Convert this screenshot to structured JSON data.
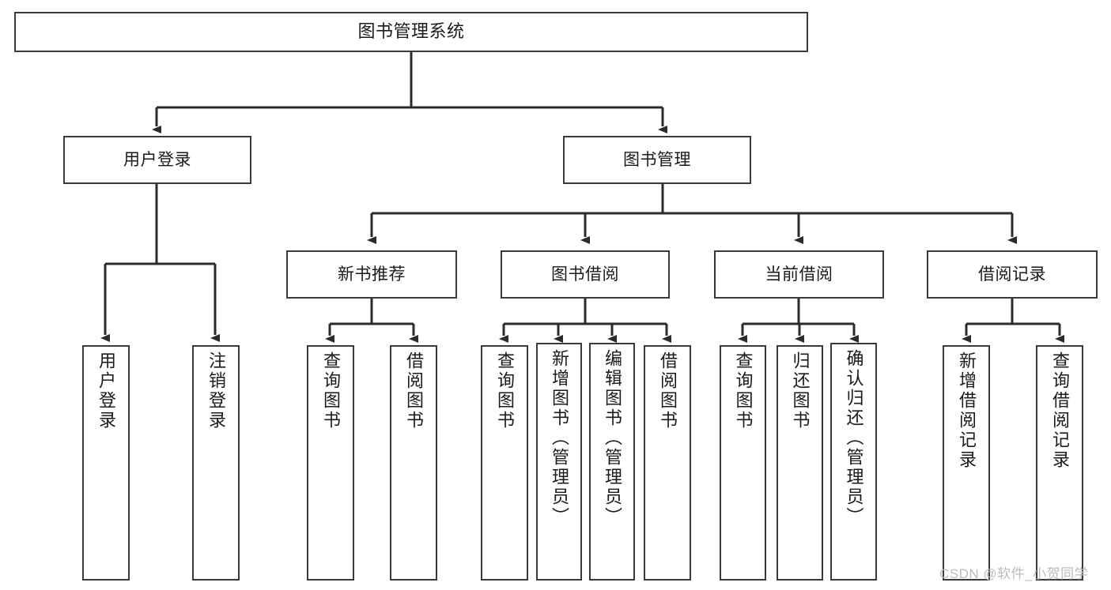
{
  "diagram": {
    "type": "tree-hierarchy",
    "title": "图书管理系统",
    "watermark": "CSDN @软件_小贺同学",
    "colors": {
      "box_border": "#3a3a3a",
      "box_fill": "#ffffff",
      "connector": "#2b2b2b",
      "text": "#1a1a1a",
      "watermark": "#b9bcc0"
    },
    "nodes": {
      "root": {
        "label": "图书管理系统",
        "level": 1,
        "orientation": "horizontal"
      },
      "user_login": {
        "label": "用户登录",
        "level": 2,
        "orientation": "horizontal"
      },
      "book_manage": {
        "label": "图书管理",
        "level": 2,
        "orientation": "horizontal"
      },
      "new_book_rec": {
        "label": "新书推荐",
        "level": 3,
        "orientation": "horizontal"
      },
      "book_borrow": {
        "label": "图书借阅",
        "level": 3,
        "orientation": "horizontal"
      },
      "current_borrow": {
        "label": "当前借阅",
        "level": 3,
        "orientation": "horizontal"
      },
      "borrow_record": {
        "label": "借阅记录",
        "level": 3,
        "orientation": "horizontal"
      },
      "leaf_user_login": {
        "label": "用户登录",
        "level": 3,
        "orientation": "vertical"
      },
      "leaf_logout": {
        "label": "注销登录",
        "level": 3,
        "orientation": "vertical"
      },
      "leaf_query_book_1": {
        "label": "查询图书",
        "level": 4,
        "orientation": "vertical"
      },
      "leaf_borrow_book_1": {
        "label": "借阅图书",
        "level": 4,
        "orientation": "vertical"
      },
      "leaf_query_book_2": {
        "label": "查询图书",
        "level": 4,
        "orientation": "vertical"
      },
      "leaf_add_book": {
        "label": "新增图书（管理员）",
        "level": 4,
        "orientation": "vertical"
      },
      "leaf_edit_book": {
        "label": "编辑图书（管理员）",
        "level": 4,
        "orientation": "vertical"
      },
      "leaf_borrow_book_2": {
        "label": "借阅图书",
        "level": 4,
        "orientation": "vertical"
      },
      "leaf_query_book_3": {
        "label": "查询图书",
        "level": 4,
        "orientation": "vertical"
      },
      "leaf_return_book": {
        "label": "归还图书",
        "level": 4,
        "orientation": "vertical"
      },
      "leaf_confirm_return": {
        "label": "确认归还（管理员）",
        "level": 4,
        "orientation": "vertical"
      },
      "leaf_add_record": {
        "label": "新增借阅记录",
        "level": 4,
        "orientation": "vertical"
      },
      "leaf_query_record": {
        "label": "查询借阅记录",
        "level": 4,
        "orientation": "vertical"
      }
    },
    "edges": [
      {
        "from": "root",
        "to": "user_login"
      },
      {
        "from": "root",
        "to": "book_manage"
      },
      {
        "from": "user_login",
        "to": "leaf_user_login"
      },
      {
        "from": "user_login",
        "to": "leaf_logout"
      },
      {
        "from": "book_manage",
        "to": "new_book_rec"
      },
      {
        "from": "book_manage",
        "to": "book_borrow"
      },
      {
        "from": "book_manage",
        "to": "current_borrow"
      },
      {
        "from": "book_manage",
        "to": "borrow_record"
      },
      {
        "from": "new_book_rec",
        "to": "leaf_query_book_1"
      },
      {
        "from": "new_book_rec",
        "to": "leaf_borrow_book_1"
      },
      {
        "from": "book_borrow",
        "to": "leaf_query_book_2"
      },
      {
        "from": "book_borrow",
        "to": "leaf_add_book"
      },
      {
        "from": "book_borrow",
        "to": "leaf_edit_book"
      },
      {
        "from": "book_borrow",
        "to": "leaf_borrow_book_2"
      },
      {
        "from": "current_borrow",
        "to": "leaf_query_book_3"
      },
      {
        "from": "current_borrow",
        "to": "leaf_return_book"
      },
      {
        "from": "current_borrow",
        "to": "leaf_confirm_return"
      },
      {
        "from": "borrow_record",
        "to": "leaf_add_record"
      },
      {
        "from": "borrow_record",
        "to": "leaf_query_record"
      }
    ]
  }
}
